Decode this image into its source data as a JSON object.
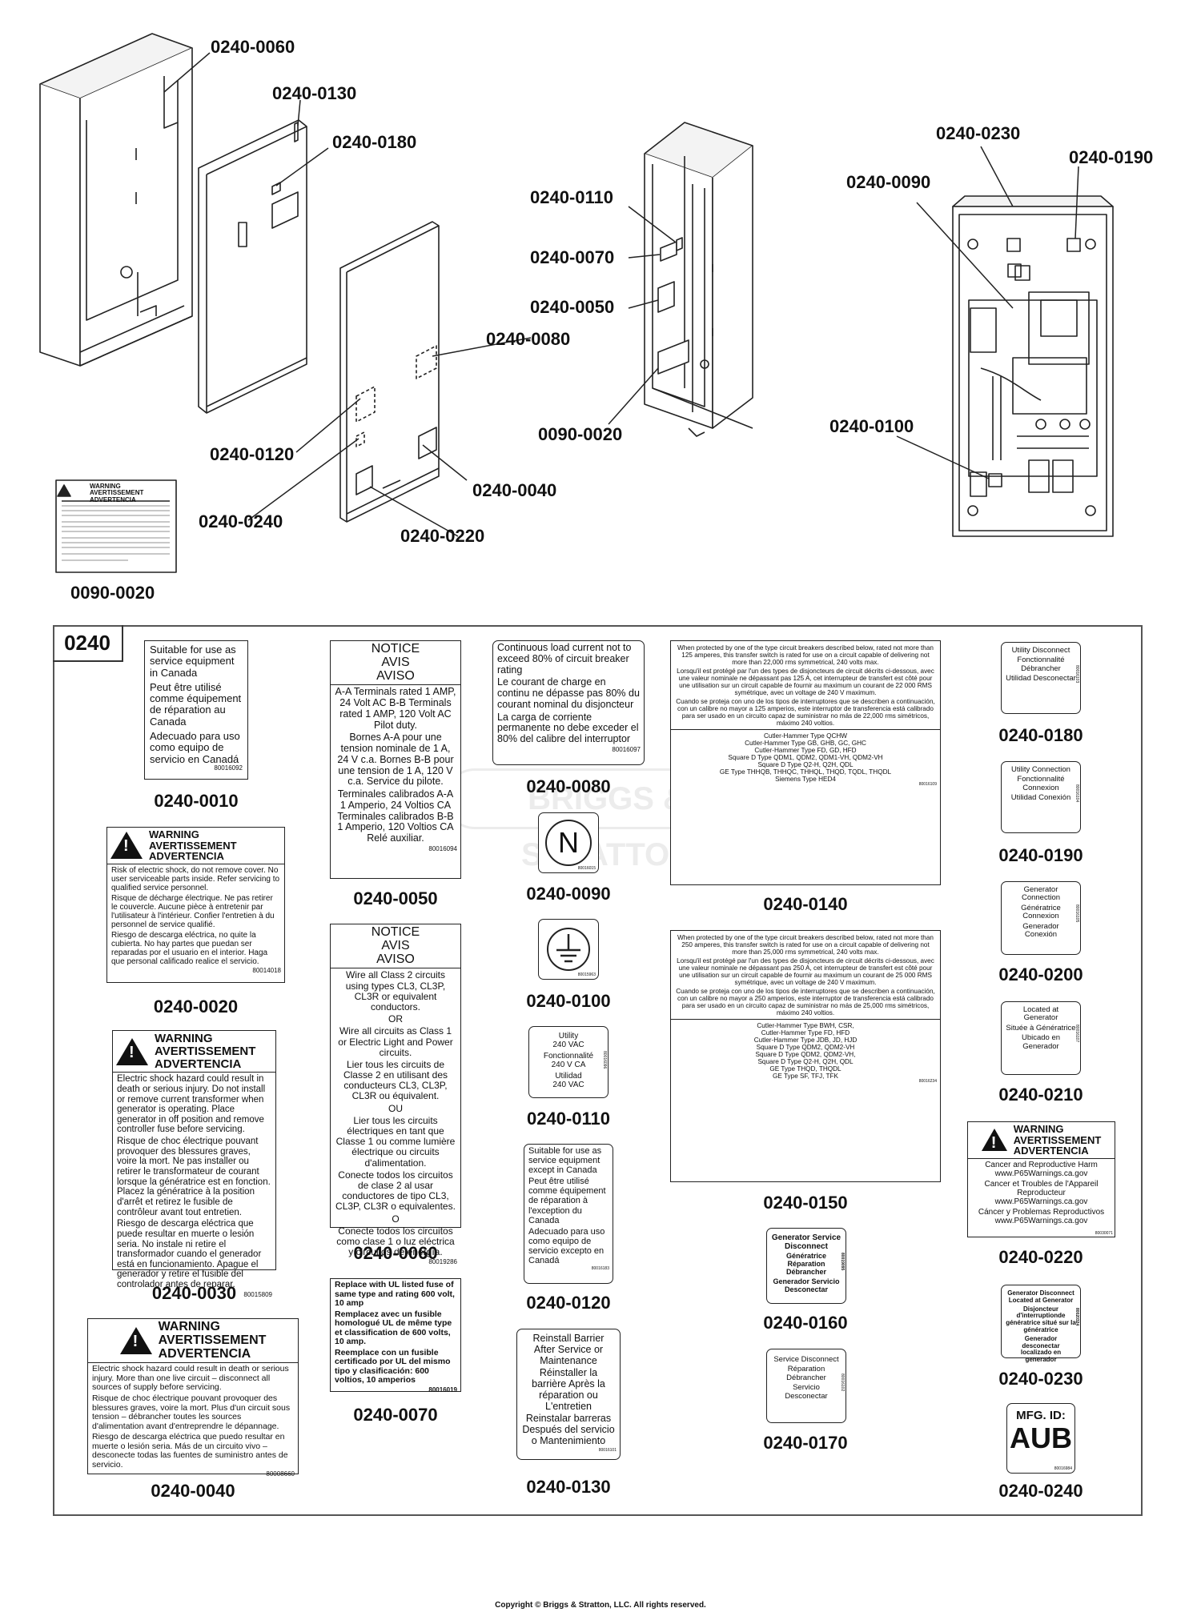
{
  "top_callouts": {
    "c0060": "0240-0060",
    "c0130": "0240-0130",
    "c0180": "0240-0180",
    "c0120": "0240-0120",
    "c0240": "0240-0240",
    "c0220": "0240-0220",
    "c0040": "0240-0040",
    "c0080": "0240-0080",
    "c0110": "0240-0110",
    "c0070": "0240-0070",
    "c0050": "0240-0050",
    "c0090_0020": "0090-0020",
    "c0230": "0240-0230",
    "c0190": "0240-0190",
    "c0090": "0240-0090",
    "c0100": "0240-0100",
    "loose_label": "0090-0020"
  },
  "loose_warning": {
    "l1": "WARNING",
    "l2": "AVERTISSEMENT",
    "l3": "ADVERTENCIA"
  },
  "kit": {
    "id": "0240",
    "watermark": "BRIGGS & STRATTON"
  },
  "labels": {
    "p0010": {
      "pn": "0240-0010",
      "lines": [
        "Suitable for use as service equipment in Canada",
        "Peut être utilisé comme équipement de réparation au Canada",
        "Adecuado para uso como equipo de servicio en Canadá"
      ],
      "code": "80016092"
    },
    "p0020": {
      "pn": "0240-0020",
      "head": [
        "WARNING",
        "AVERTISSEMENT",
        "ADVERTENCIA"
      ],
      "lines": [
        "Risk of electric shock, do not remove cover. No user serviceable parts inside. Refer servicing to qualified service personnel.",
        "Risque de décharge électrique. Ne pas retirer le couvercle. Aucune pièce à entretenir par l'utilisateur à l'intérieur. Confier l'entretien à du personnel de service qualifié.",
        "Riesgo de descarga eléctrica, no quite la cubierta. No hay partes que puedan ser reparadas por el usuario en el interior. Haga que personal calificado realice el servicio."
      ],
      "code": "80014018"
    },
    "p0030": {
      "pn": "0240-0030",
      "head": [
        "WARNING",
        "AVERTISSEMENT",
        "ADVERTENCIA"
      ],
      "lines": [
        "Electric shock hazard could result in death or serious injury. Do not install or remove current transformer when generator is operating. Place generator in off position and remove controller fuse before servicing.",
        "Risque de choc électrique pouvant provoquer des blessures graves, voire la mort. Ne pas installer ou retirer le transformateur de courant lorsque la génératrice est en fonction. Placez la génératrice à la position d'arrêt et retirez le fusible de contrôleur avant tout entretien.",
        "Riesgo de descarga eléctrica que puede resultar en muerte o lesión seria. No instale ni retire el transformador cuando el generador está en funcionamiento. Apague el generador y retire el fusible del controlador antes de reparar."
      ],
      "code": "80015809"
    },
    "p0040": {
      "pn": "0240-0040",
      "head": [
        "WARNING",
        "AVERTISSEMENT",
        "ADVERTENCIA"
      ],
      "lines": [
        "Electric shock hazard could result in death or serious injury. More than one live circuit – disconnect all sources of supply before servicing.",
        "Risque de choc électrique pouvant provoquer des blessures graves, voire la mort. Plus d'un circuit sous tension – débrancher toutes les sources d'alimentation avant d'entreprendre le dépannage.",
        "Riesgo de descarga eléctrica que puedo resultar en muerte o lesión seria. Más de un circuito vivo – desconecte todas las fuentes de suministro antes de servicio."
      ],
      "code": "80008660"
    },
    "p0050": {
      "pn": "0240-0050",
      "head": [
        "NOTICE",
        "AVIS",
        "AVISO"
      ],
      "lines": [
        "A-A Terminals rated 1 AMP, 24 Volt AC B-B Terminals rated 1 AMP, 120 Volt AC Pilot duty.",
        "Bornes A-A pour une tension nominale de 1 A, 24 V c.a. Bornes B-B pour une tension de 1 A, 120 V c.a. Service du pilote.",
        "Terminales calibrados A-A 1 Amperio, 24 Voltios CA Terminales calibrados B-B 1 Amperio, 120 Voltios CA Relé auxiliar."
      ],
      "code": "80016094"
    },
    "p0060": {
      "pn": "0240-0060",
      "head": [
        "NOTICE",
        "AVIS",
        "AVISO"
      ],
      "lines": [
        "Wire all Class 2 circuits using types CL3, CL3P, CL3R or equivalent conductors.",
        "OR",
        "Wire all circuits as Class 1 or Electric Light and Power circuits.",
        "Lier tous les circuits de Classe 2 en utilisant des conducteurs CL3, CL3P, CL3R ou équivalent.",
        "OU",
        "Lier tous les circuits électriques en tant que Classe 1 ou comme lumière électrique ou circuits d'alimentation.",
        "Conecte todos los circuitos de clase 2 al usar conductores de tipo CL3, CL3P, CL3R o equivalentes.",
        "O",
        "Conecte todos los circuitos como clase 1 o luz eléctrica y circuitos de energía."
      ],
      "code": "80019286"
    },
    "p0070": {
      "pn": "0240-0070",
      "lines": [
        "Replace with UL listed fuse of same type and rating 600 volt, 10 amp",
        "Remplacez avec un fusible homologué UL de même type et classification de 600 volts, 10 amp.",
        "Reemplace con un fusible certificado por UL del mismo tipo y clasificación: 600 voltios, 10 amperios"
      ],
      "code": "80016019"
    },
    "p0080": {
      "pn": "0240-0080",
      "lines": [
        "Continuous load current not to exceed 80% of circuit breaker rating",
        "Le courant de charge en continu ne dépasse pas 80% du courant nominal du disjoncteur",
        "La carga de corriente permanente no debe exceder el 80% del calibre del interruptor"
      ],
      "code": "80016097"
    },
    "p0090": {
      "pn": "0240-0090",
      "symbol": "N",
      "code": "80016015"
    },
    "p0100": {
      "pn": "0240-0100",
      "code": "80015963"
    },
    "p0110": {
      "pn": "0240-0110",
      "lines": [
        "Utility",
        "240 VAC",
        "Fonctionnalité",
        "240 V CA",
        "Utilidad",
        "240 VAC"
      ],
      "code": "80016096"
    },
    "p0120": {
      "pn": "0240-0120",
      "lines": [
        "Suitable for use as service equipment except in Canada",
        "Peut être utilisé comme équipement de réparation à l'exception du Canada",
        "Adecuado para uso como equipo de servicio excepto en Canadá"
      ],
      "code": "80016183"
    },
    "p0130": {
      "pn": "0240-0130",
      "lines": [
        "Reinstall Barrier After Service or Maintenance",
        "Réinstaller la barrière Après la réparation ou L'entretien",
        "Reinstalar barreras Después del servicio o Mantenimiento"
      ],
      "code": "80016101"
    },
    "p0140": {
      "pn": "0240-0140",
      "paras": [
        "When protected by one of the type circuit breakers described below, rated not more than 125 amperes, this transfer switch is rated for use on a circuit capable of delivering not more than 22,000 rms symmetrical, 240 volts max.",
        "Lorsqu'il est protégé par l'un des types de disjoncteurs de circuit décrits ci-dessous, avec une valeur nominale ne dépassant pas 125 A, cet interrupteur de transfert est côté pour une utilisation sur un circuit capable de fournir au maximum un courant de 22 000 RMS symétrique, avec un voltage de 240 V maximum.",
        "Cuando se proteja con uno de los tipos de interruptores que se describen a continuación, con un calibre no mayor a 125 amperios, este interruptor de transferencia está calibrado para ser usado en un circuito capaz de suministrar no más de 22,000 rms simétricos, máximo 240 voltios."
      ],
      "list": [
        "Cutler-Hammer Type QCHW",
        "Cutler-Hammer Type GB, GHB, GC, GHC",
        "Cutler-Hammer Type FD, GD, HFD",
        "Square D Type QDM1, QDM2, QDM1-VH, QDM2-VH",
        "Square D Type Q2-H, Q2H, QDL",
        "GE Type THHQB, THHQC, THHQL, THQD, TQDL, THQDL",
        "Siemens Type HED4"
      ],
      "code": "80016109"
    },
    "p0150": {
      "pn": "0240-0150",
      "paras": [
        "When protected by one of the type circuit breakers described below, rated not more than 250 amperes, this transfer switch is rated for use on a circuit capable of delivering not more than 25,000 rms symmetrical, 240 volts max.",
        "Lorsqu'il est protégé par l'un des types de disjoncteurs de circuit décrits ci-dessous, avec une valeur nominale ne dépassant pas 250 A, cet interrupteur de transfert est côté pour une utilisation sur un circuit capable de fournir au maximum un courant de 25 000 RMS symétrique, avec un voltage de 240 V maximum.",
        "Cuando se proteja con uno de los tipos de interruptores que se describen a continuación, con un calibre no mayor a 250 amperios, este interruptor de transferencia está calibrado para ser usado en un circuito capaz de suministrar no más de 25,000 rms simétricos, máximo 240 voltios."
      ],
      "list": [
        "Cutler-Hammer Type BWH, CSR,",
        "Cutler-Hammer Type FD, HFD",
        "Cutler-Hammer Type JDB, JD, HJD",
        "Square D Type QDM2, QDM2-VH",
        "Square D Type QDM2, QDM2-VH,",
        "Square D Type Q2-H, Q2H, QDL",
        "GE Type THQD, THQDL",
        "GE Type SF, TFJ, TFK"
      ],
      "code": "80016234"
    },
    "p0160": {
      "pn": "0240-0160",
      "lines": [
        "Generator Service Disconnect",
        "Génératrice Réparation Débrancher",
        "Generador Servicio Desconectar"
      ],
      "code": "80019095"
    },
    "p0170": {
      "pn": "0240-0170",
      "lines": [
        "Service Disconnect",
        "Réparation Débrancher",
        "Servicio Desconectar"
      ],
      "code": "80016102"
    },
    "p0180": {
      "pn": "0240-0180",
      "lines": [
        "Utility Disconnect",
        "Fonctionnalité Débrancher",
        "Utilidad Desconectar"
      ],
      "code": "80016103"
    },
    "p0190": {
      "pn": "0240-0190",
      "lines": [
        "Utility Connection",
        "Fonctionnalité Connexion",
        "Utilidad Conexión"
      ],
      "code": "80016104"
    },
    "p0200": {
      "pn": "0240-0200",
      "lines": [
        "Generator Connection",
        "Génératrice Connexion",
        "Generador Conexión"
      ],
      "code": "80016105"
    },
    "p0210": {
      "pn": "0240-0210",
      "lines": [
        "Located at Generator",
        "Située à Génératrice",
        "Ubicado en Generador"
      ],
      "code": "80016107"
    },
    "p0220": {
      "pn": "0240-0220",
      "head": [
        "WARNING",
        "AVERTISSEMENT",
        "ADVERTENCIA"
      ],
      "lines": [
        "Cancer and Reproductive Harm",
        "www.P65Warnings.ca.gov",
        "Cancer et Troubles de l'Appareil Reproducteur",
        "www.P65Warnings.ca.gov",
        "Cáncer y Problemas Reproductivos",
        "www.P65Warnings.ca.gov"
      ],
      "code": "80030071"
    },
    "p0230": {
      "pn": "0240-0230",
      "lines": [
        "Generator Disconnect Located at Generator",
        "Disjoncteur d'interruptionde génératrice situé sur la génératrice",
        "Generador desconectar localizado en generador"
      ],
      "code": "80020324"
    },
    "p0240": {
      "pn": "0240-0240",
      "title": "MFG. ID:",
      "value": "AUB",
      "code": "80016984"
    }
  },
  "footer": {
    "copyright": "Copyright © Briggs & Stratton, LLC. All rights reserved."
  }
}
